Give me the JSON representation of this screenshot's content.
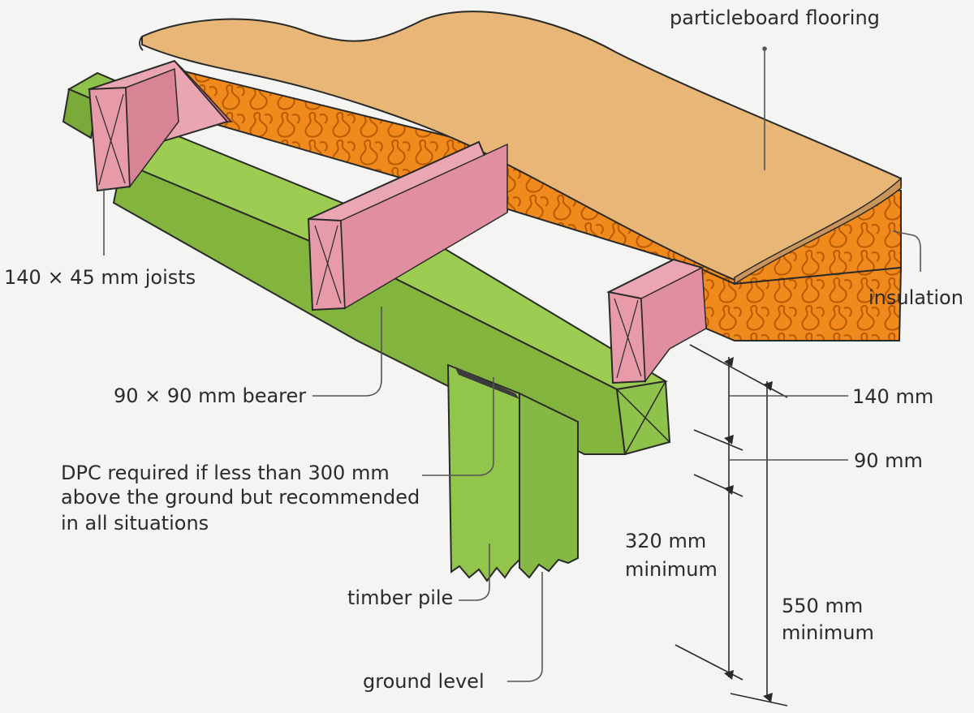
{
  "labels": {
    "particleboard": "particleboard flooring",
    "insulation": "insulation",
    "joists": "140 × 45 mm joists",
    "bearer": "90 × 90 mm bearer",
    "dpc_line1": "DPC required if less than 300 mm",
    "dpc_line2": "above the ground but recommended",
    "dpc_line3": "in all situations",
    "timber_pile": "timber pile",
    "ground_level": "ground level",
    "dim_140": "140 mm",
    "dim_90": "90 mm",
    "dim_320_line1": "320 mm",
    "dim_320_line2": "minimum",
    "dim_550_line1": "550 mm",
    "dim_550_line2": "minimum"
  },
  "colors": {
    "background": "#f4f4f2",
    "flooring": "#e8b677",
    "flooring_edge": "#c9955a",
    "insulation": "#f08a1c",
    "insulation_curl": "#b85a00",
    "joist": "#e79aa8",
    "joist_dark": "#c96f80",
    "bearer": "#8fc24a",
    "bearer_dark": "#6a9a2e",
    "pile": "#8fc24a",
    "outline": "#2a2a2a",
    "leader": "#555555"
  }
}
